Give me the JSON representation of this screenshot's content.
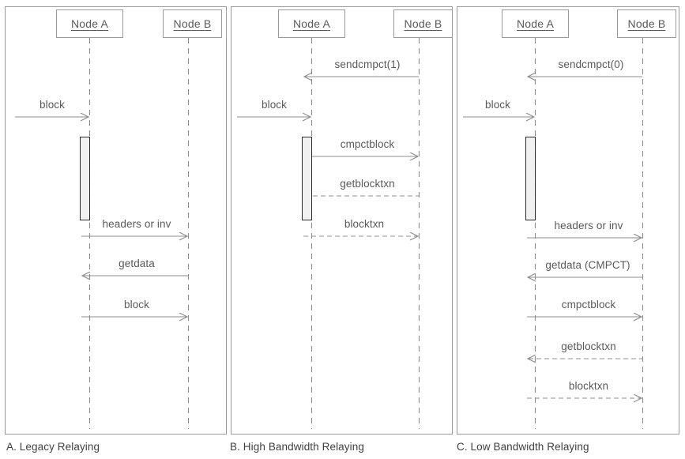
{
  "figure": {
    "title_colors": {
      "line": "#8c8c8c",
      "text": "#595959",
      "panel_border": "#9a9a9a",
      "activation_fill": "#f1f1f1",
      "activation_border": "#2b2b2b",
      "background": "#ffffff"
    }
  },
  "panels": [
    {
      "id": "panel-a",
      "caption": "A. Legacy Relaying",
      "actors": [
        {
          "name": "Node A",
          "role": "left-actor"
        },
        {
          "name": "Node B",
          "role": "right-actor"
        }
      ],
      "messages": [
        {
          "label": "block",
          "from": "external",
          "to": "Node A",
          "style": "solid",
          "direction": "right"
        },
        {
          "label": "headers or inv",
          "from": "Node A",
          "to": "Node B",
          "style": "solid",
          "direction": "right"
        },
        {
          "label": "getdata",
          "from": "Node B",
          "to": "Node A",
          "style": "solid",
          "direction": "left"
        },
        {
          "label": "block",
          "from": "Node B",
          "to": "Node A",
          "style": "solid",
          "direction": "right"
        }
      ]
    },
    {
      "id": "panel-b",
      "caption": "B. High Bandwidth Relaying",
      "actors": [
        {
          "name": "Node A",
          "role": "left-actor"
        },
        {
          "name": "Node B",
          "role": "right-actor"
        }
      ],
      "messages": [
        {
          "label": "sendcmpct(1)",
          "from": "Node B",
          "to": "Node A",
          "style": "solid",
          "direction": "left"
        },
        {
          "label": "block",
          "from": "external",
          "to": "Node A",
          "style": "solid",
          "direction": "right"
        },
        {
          "label": "cmpctblock",
          "from": "Node A",
          "to": "Node B",
          "style": "solid",
          "direction": "right"
        },
        {
          "label": "getblocktxn",
          "from": "Node B",
          "to": "Node A",
          "style": "dashed",
          "direction": "left"
        },
        {
          "label": "blocktxn",
          "from": "Node A",
          "to": "Node B",
          "style": "dashed",
          "direction": "right"
        }
      ]
    },
    {
      "id": "panel-c",
      "caption": "C. Low Bandwidth Relaying",
      "actors": [
        {
          "name": "Node A",
          "role": "left-actor"
        },
        {
          "name": "Node B",
          "role": "right-actor"
        }
      ],
      "messages": [
        {
          "label": "sendcmpct(0)",
          "from": "Node B",
          "to": "Node A",
          "style": "solid",
          "direction": "left"
        },
        {
          "label": "block",
          "from": "external",
          "to": "Node A",
          "style": "solid",
          "direction": "right"
        },
        {
          "label": "headers or inv",
          "from": "Node A",
          "to": "Node B",
          "style": "solid",
          "direction": "right"
        },
        {
          "label": "getdata (CMPCT)",
          "from": "Node B",
          "to": "Node A",
          "style": "solid",
          "direction": "left"
        },
        {
          "label": "cmpctblock",
          "from": "Node A",
          "to": "Node B",
          "style": "solid",
          "direction": "right"
        },
        {
          "label": "getblocktxn",
          "from": "Node B",
          "to": "Node A",
          "style": "dashed",
          "direction": "left"
        },
        {
          "label": "blocktxn",
          "from": "Node A",
          "to": "Node B",
          "style": "dashed",
          "direction": "right"
        }
      ]
    }
  ]
}
